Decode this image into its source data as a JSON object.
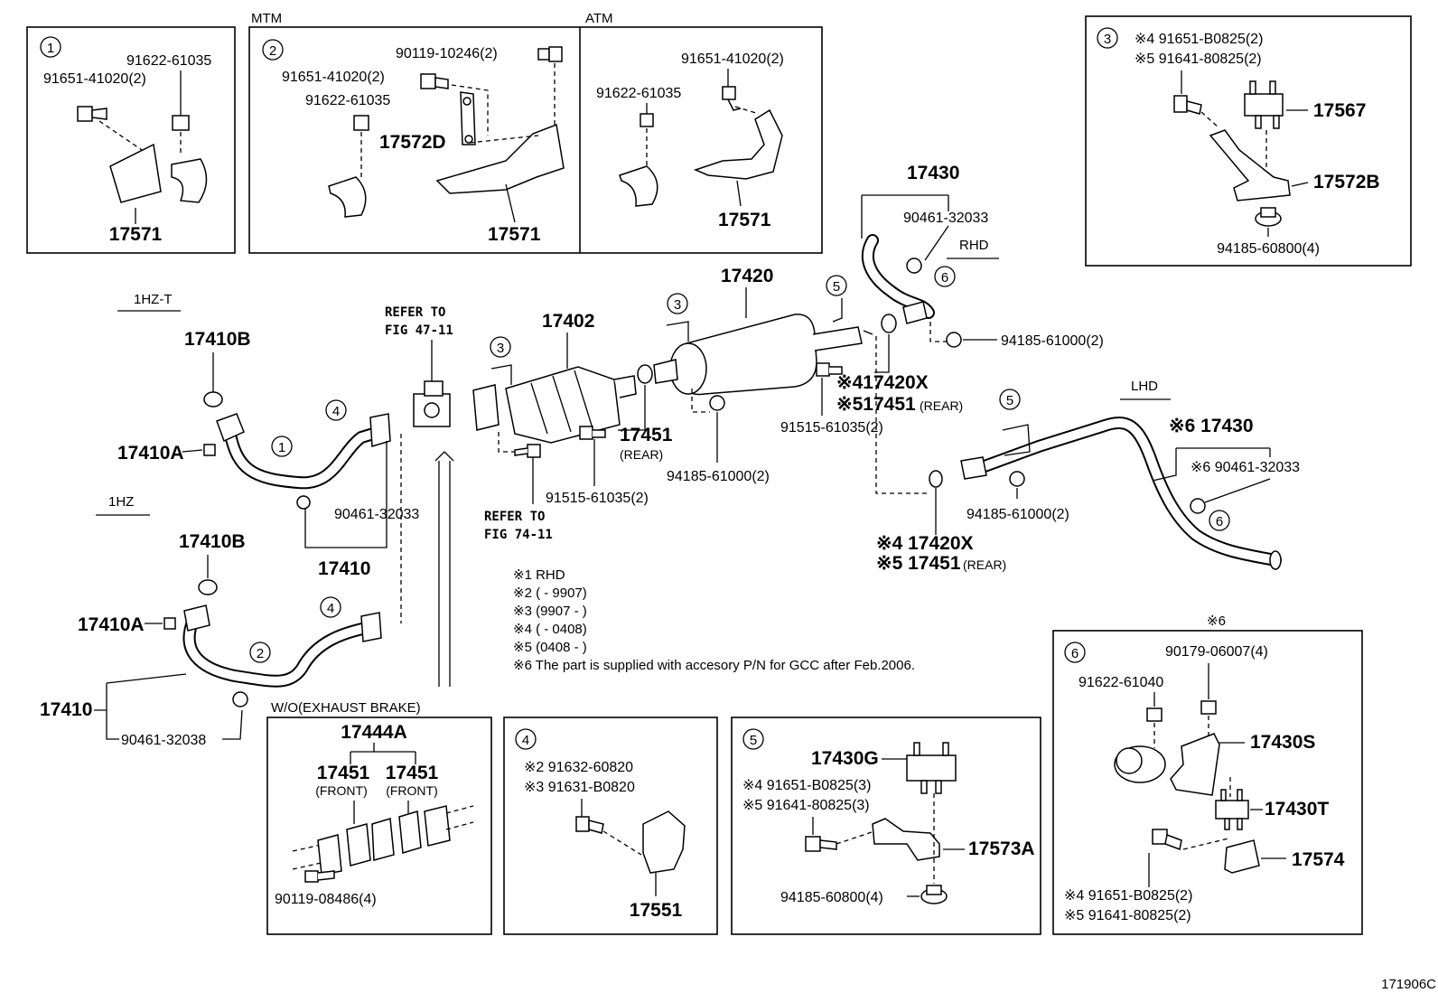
{
  "panels": {
    "p1": {
      "num": "1",
      "pn_a": "91622-61035",
      "pn_b": "91651-41020(2)",
      "pn_c": "17571"
    },
    "mtm": {
      "label": "MTM",
      "num": "2",
      "pn_a": "90119-10246(2)",
      "pn_b": "91651-41020(2)",
      "pn_c": "91622-61035",
      "pn_d": "17572D",
      "pn_e": "17571"
    },
    "atm": {
      "label": "ATM",
      "pn_a": "91651-41020(2)",
      "pn_b": "91622-61035",
      "pn_c": "17571"
    },
    "p3": {
      "num": "3",
      "pn_a": "※4 91651-B0825(2)",
      "pn_b": "※5 91641-80825(2)",
      "pn_c": "17567",
      "pn_d": "17572B",
      "pn_e": "94185-60800(4)"
    },
    "exhaust_brake": {
      "label": "W/O(EXHAUST BRAKE)",
      "pn_a": "17444A",
      "pn_b": "17451",
      "pn_b_note": "(FRONT)",
      "pn_c": "17451",
      "pn_c_note": "(FRONT)",
      "pn_d": "90119-08486(4)"
    },
    "p4": {
      "num": "4",
      "pn_a": "※2 91632-60820",
      "pn_b": "※3 91631-B0820",
      "pn_c": "17551"
    },
    "p5": {
      "num": "5",
      "pn_a": "17430G",
      "pn_b": "※4 91651-B0825(3)",
      "pn_c": "※5 91641-80825(3)",
      "pn_d": "17573A",
      "pn_e": "94185-60800(4)"
    },
    "p6": {
      "header": "※6",
      "num": "6",
      "pn_a": "90179-06007(4)",
      "pn_b": "91622-61040",
      "pn_c": "17430S",
      "pn_d": "17430T",
      "pn_e": "17574",
      "pn_f": "※4 91651-B0825(2)",
      "pn_g": "※5 91641-80825(2)"
    }
  },
  "main": {
    "hzt": "1HZ-T",
    "hz": "1HZ",
    "p17410B_a": "17410B",
    "p17410A_a": "17410A",
    "p90461_a": "90461-32033",
    "p17410_a": "17410",
    "p17410B_b": "17410B",
    "p17410A_b": "17410A",
    "p17410_b": "17410",
    "p90461_b": "90461-32038",
    "refer1": "REFER TO",
    "refer1b": "FIG 47-11",
    "refer2": "REFER TO",
    "refer2b": "FIG 74-11",
    "p17402": "17402",
    "p17451": "17451",
    "rear": "(REAR)",
    "p91515_a": "91515-61035(2)",
    "p94185_a": "94185-61000(2)",
    "p17420": "17420",
    "p17420X_a": "※417420X",
    "p17451_b": "※517451",
    "rear_b": "(REAR)",
    "p91515_b": "91515-61035(2)",
    "p17430_rhd": "17430",
    "p90461_rhd": "90461-32033",
    "rhd": "RHD",
    "p94185_b": "94185-61000(2)",
    "lhd": "LHD",
    "p17430_lhd": "※6 17430",
    "p90461_lhd": "※6 90461-32033",
    "p94185_c": "94185-61000(2)",
    "p17420X_b": "※4 17420X",
    "p17451_c": "※5 17451",
    "rear_c": "(REAR)",
    "c1": "1",
    "c2": "2",
    "c3": "3",
    "c4": "4",
    "c5": "5",
    "c6": "6",
    "c1b": "1",
    "c2b": "2",
    "c3b": "3",
    "c4b": "4",
    "c5b": "5",
    "c6b": "6"
  },
  "notes": [
    "※1 RHD",
    "※2 (      - 9907)",
    "※3 (9907 -      )",
    "※4 (      - 0408)",
    "※5 (0408 -      )",
    "※6 The part is supplied with accesory P/N for GCC after Feb.2006."
  ],
  "footer": "171906C"
}
